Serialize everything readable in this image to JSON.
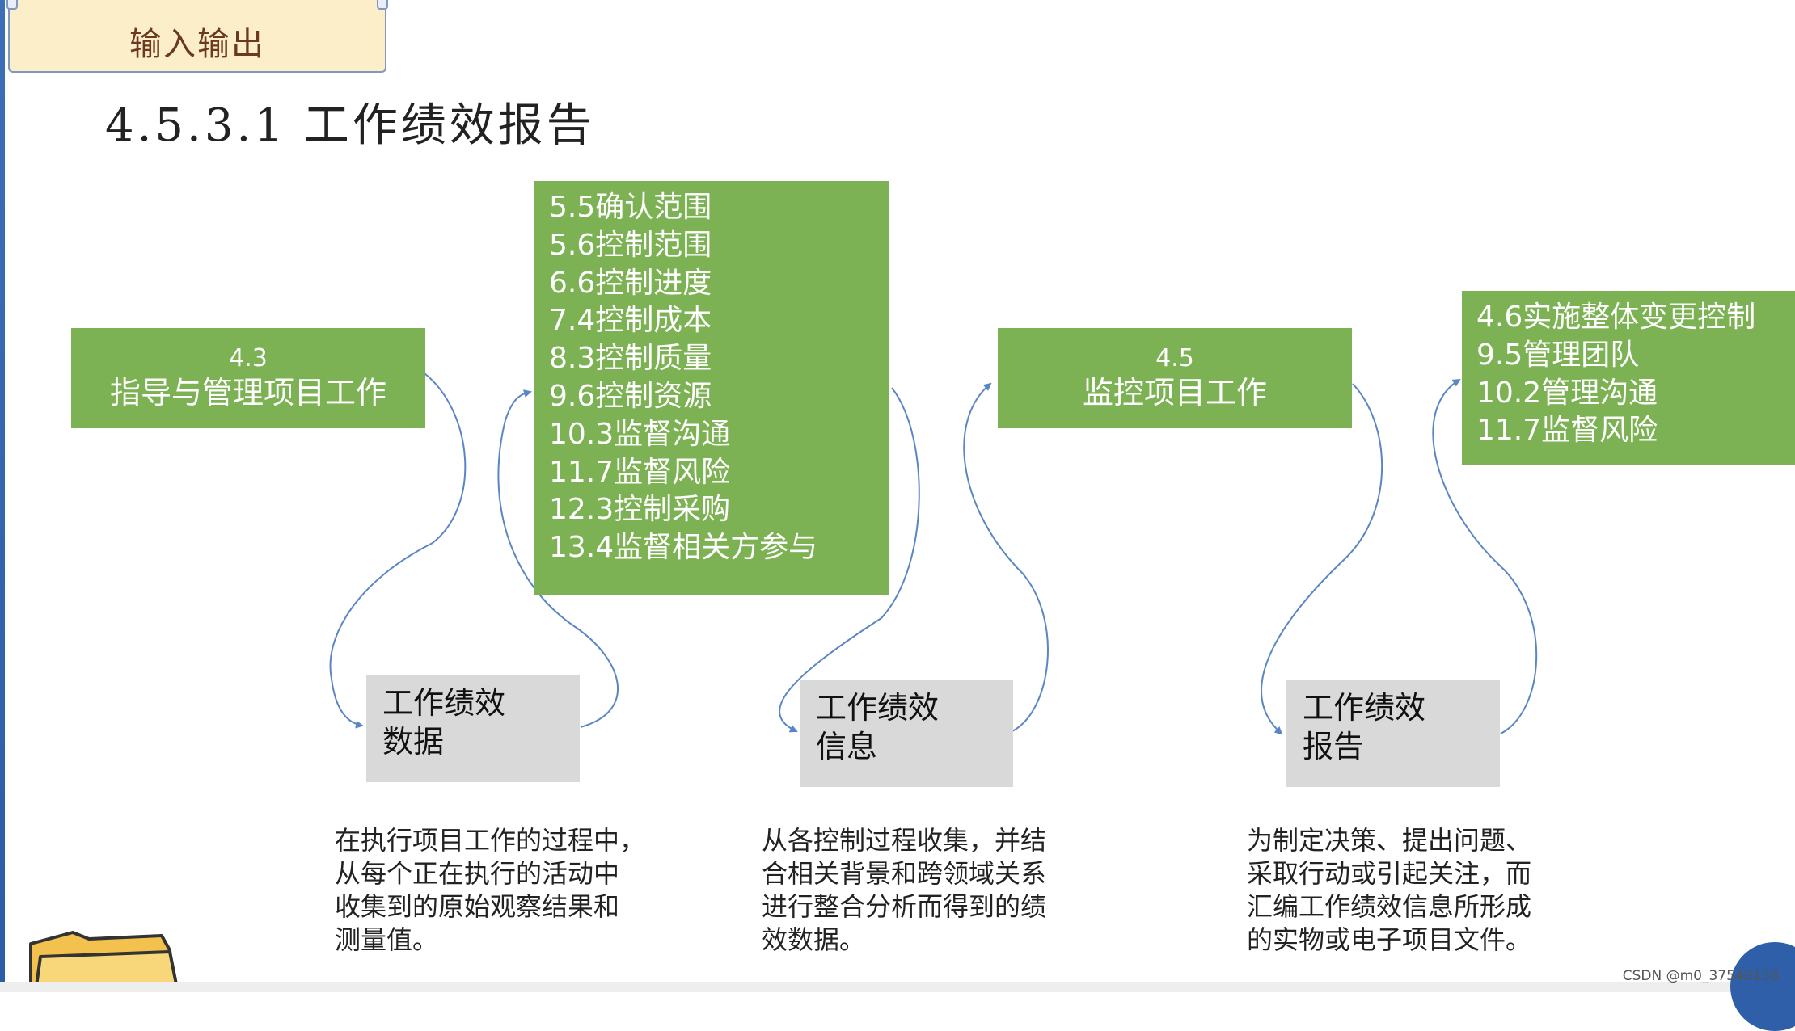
{
  "tab": {
    "label": "输入输出"
  },
  "title": "4.5.3.1 工作绩效报告",
  "processes": {
    "direct": {
      "number": "4.3",
      "name": "指导与管理项目工作"
    },
    "monitor": {
      "number": "4.5",
      "name": "监控项目工作"
    }
  },
  "control_list": [
    "5.5确认范围",
    "5.6控制范围",
    "6.6控制进度",
    "7.4控制成本",
    "8.3控制质量",
    "9.6控制资源",
    "10.3监督沟通",
    "11.7监督风险",
    "12.3控制采购",
    "13.4监督相关方参与"
  ],
  "report_list": [
    "4.6实施整体变更控制",
    "9.5管理团队",
    "10.2管理沟通",
    "11.7监督风险"
  ],
  "artifacts": {
    "data": {
      "line1": "工作绩效",
      "line2": "数据"
    },
    "info": {
      "line1": "工作绩效",
      "line2": "信息"
    },
    "report": {
      "line1": "工作绩效",
      "line2": "报告"
    }
  },
  "descriptions": {
    "data": [
      "在执行项目工作的过程中，",
      "从每个正在执行的活动中",
      "收集到的原始观察结果和",
      "测量值。"
    ],
    "info": [
      "从各控制过程收集，并结",
      "合相关背景和跨领域关系",
      "进行整合分析而得到的绩",
      "效数据。"
    ],
    "report": [
      "为制定决策、提出问题、",
      "采取行动或引起关注，而",
      "汇编工作绩效信息所形成",
      "的实物或电子项目文件。"
    ]
  },
  "watermark": "CSDN @m0_37548158",
  "colors": {
    "green": "#7db254",
    "gray": "#d9d9d9",
    "arrow": "#5b86c4",
    "tab_bg": "#fbeec9"
  },
  "icons": [
    "folder-icon"
  ]
}
